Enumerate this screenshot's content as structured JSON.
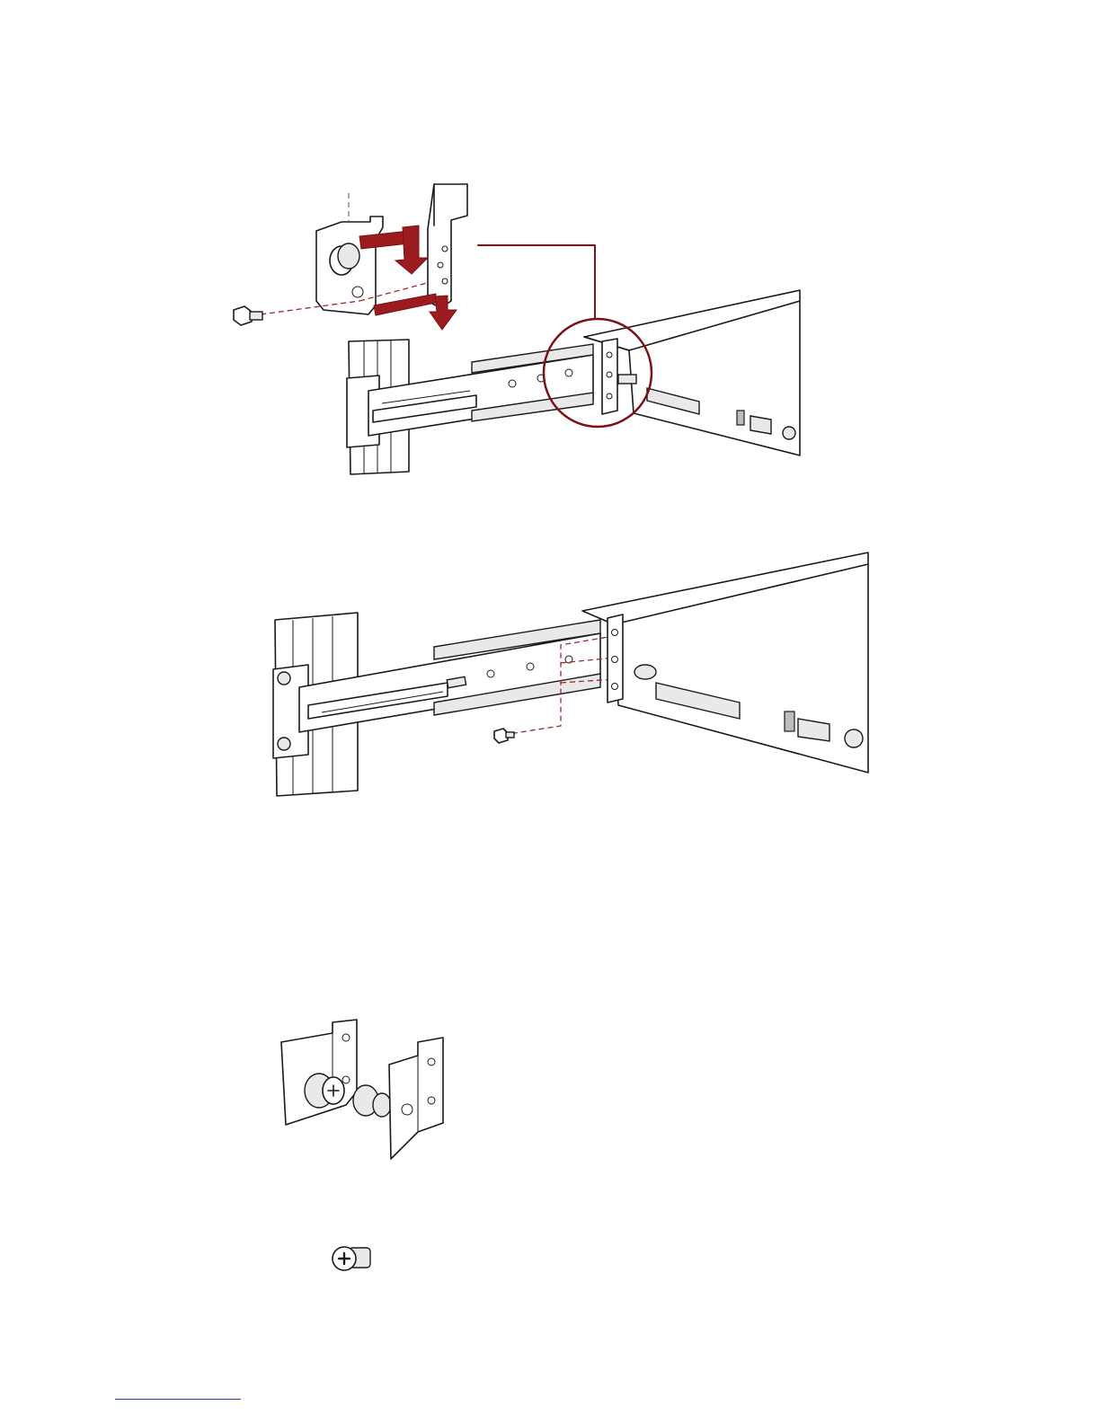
{
  "page": {
    "background": "#ffffff",
    "line_color": "#1a1a1a",
    "accent_color": "#9b1b1f",
    "footer_rule_color": "#2b3fb0"
  },
  "figures": [
    {
      "id": "bracket-attach-detail",
      "description_icon": "mounting-bracket-hook-illustration"
    },
    {
      "id": "rail-screw-mount",
      "description_icon": "rail-screw-illustration"
    },
    {
      "id": "bracket-parts",
      "description_icon": "thumbscrew-bracket-pair-illustration"
    },
    {
      "id": "screw-part",
      "description_icon": "phillips-screw-illustration"
    }
  ]
}
